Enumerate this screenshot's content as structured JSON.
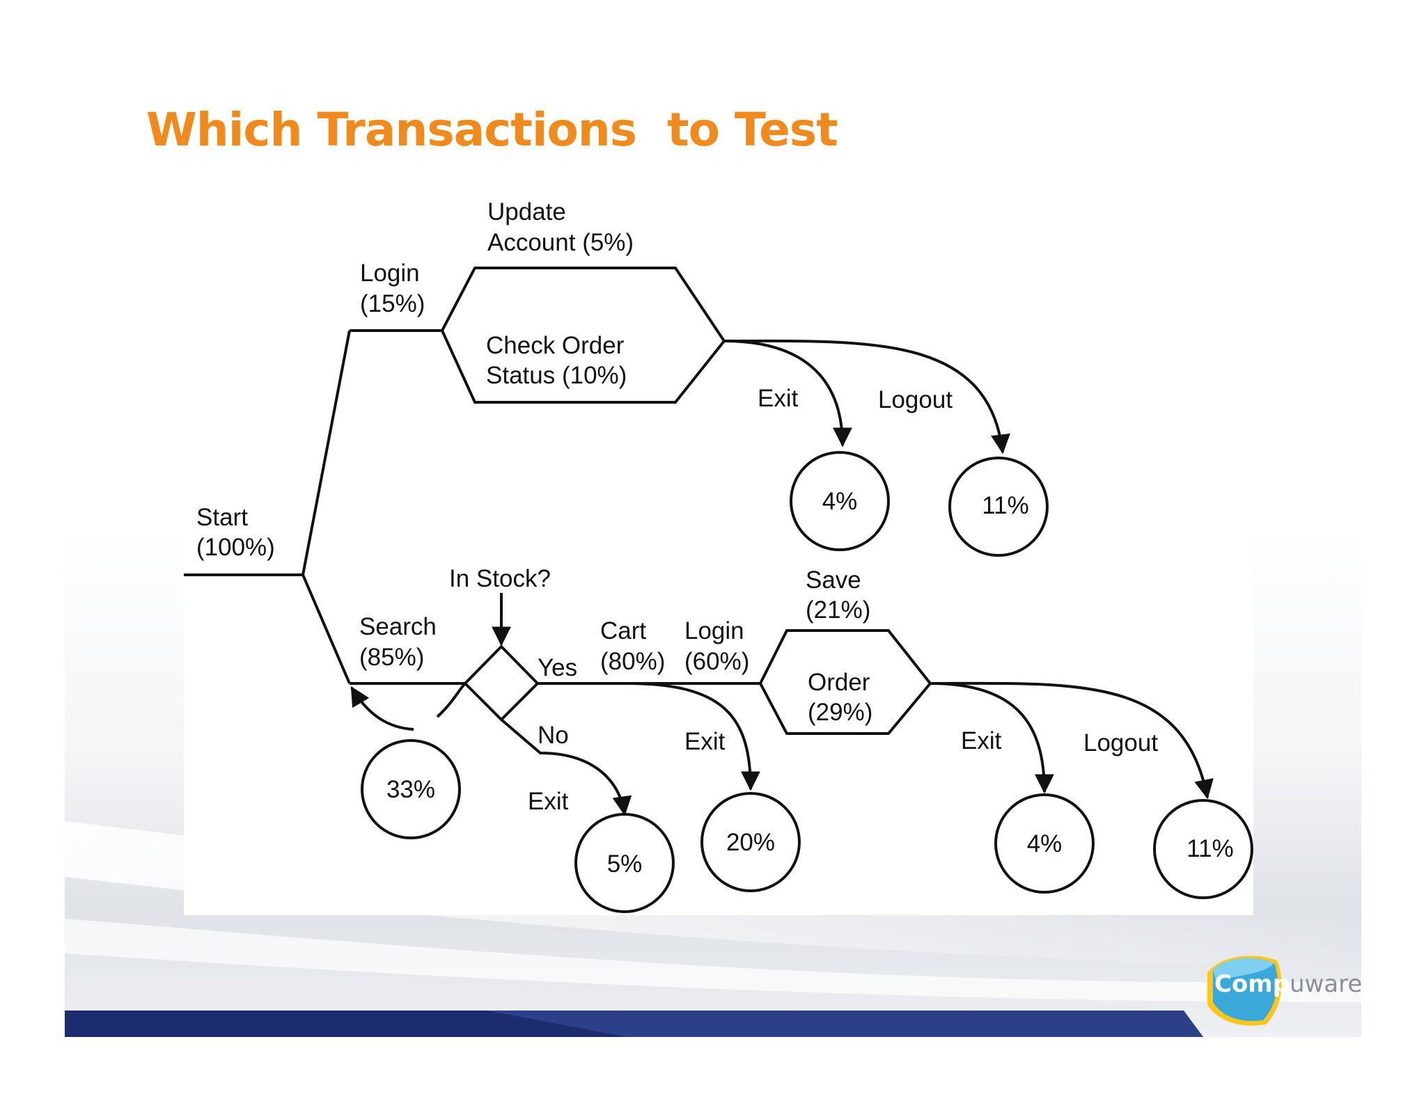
{
  "title": "Which Transactions  to Test",
  "logo": {
    "text_main": "Comp",
    "text_rest": "uware"
  },
  "colors": {
    "title": "#f18a1c",
    "band": "#1b2d6e",
    "band_accent": "#3a4fa0",
    "ink": "#111111"
  },
  "diagram": {
    "start": {
      "line1": "Start",
      "line2": "(100%)"
    },
    "login_branch": {
      "line1": "Login",
      "line2": "(15%)"
    },
    "account_hex": {
      "top_line1": "Update",
      "top_line2": "Account (5%)",
      "bottom_line1": "Check Order",
      "bottom_line2": "Status (10%)"
    },
    "account_exit": {
      "label": "Exit",
      "value": "4%"
    },
    "account_logout": {
      "label": "Logout",
      "value": "11%"
    },
    "search_branch": {
      "line1": "Search",
      "line2": "(85%)"
    },
    "search_loop": {
      "value": "33%"
    },
    "in_stock": {
      "label": "In Stock?",
      "yes": "Yes",
      "no": "No"
    },
    "no_exit": {
      "label": "Exit",
      "value": "5%"
    },
    "cart": {
      "line1": "Cart",
      "line2": "(80%)"
    },
    "cart_exit": {
      "label": "Exit",
      "value": "20%"
    },
    "login_order": {
      "line1": "Login",
      "line2": "(60%)"
    },
    "save": {
      "line1": "Save",
      "line2": "(21%)"
    },
    "order_hex": {
      "line1": "Order",
      "line2": "(29%)"
    },
    "order_exit": {
      "label": "Exit",
      "value": "4%"
    },
    "order_logout": {
      "label": "Logout",
      "value": "11%"
    }
  }
}
